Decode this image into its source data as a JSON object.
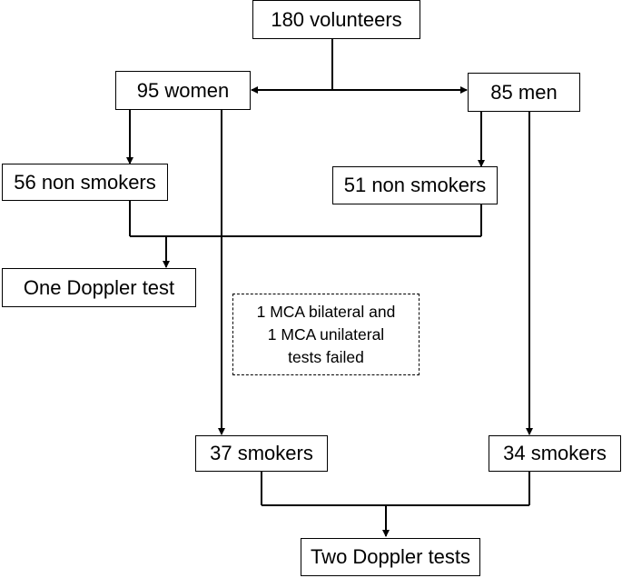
{
  "nodes": {
    "volunteers": "180 volunteers",
    "women": "95 women",
    "men": "85 men",
    "women_non_smokers": "56 non smokers",
    "men_non_smokers": "51 non smokers",
    "one_doppler": "One Doppler test",
    "women_smokers": "37 smokers",
    "men_smokers": "34 smokers",
    "two_doppler": "Two Doppler tests"
  },
  "note": {
    "lines": [
      "1 MCA bilateral and",
      "1 MCA unilateral",
      "tests failed"
    ]
  },
  "colors": {
    "line": "#000000",
    "box_border": "#000000",
    "background": "#ffffff"
  }
}
